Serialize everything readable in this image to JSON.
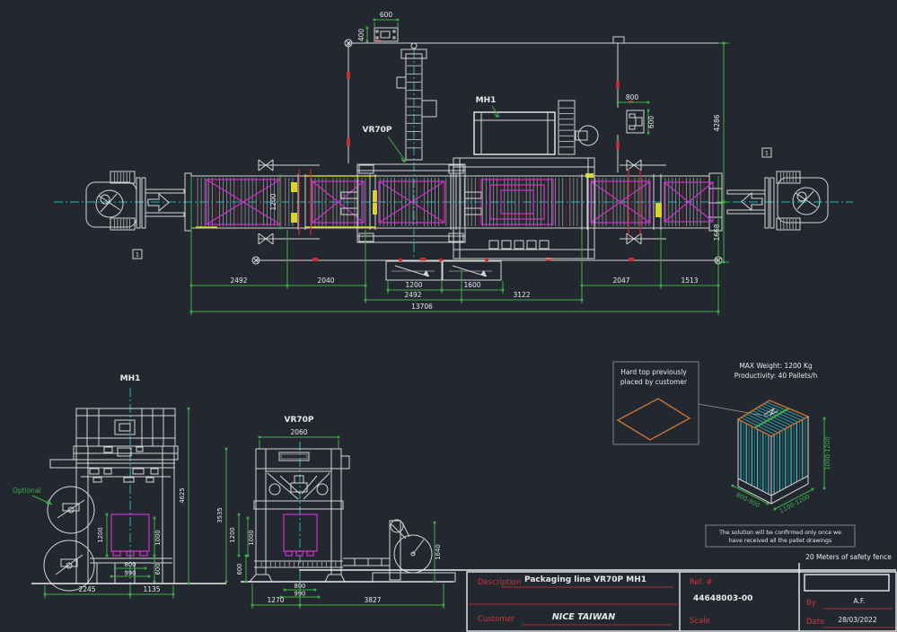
{
  "colors": {
    "background": "#232830",
    "dimension_green": "#3fae49",
    "magenta": "#cc33cc",
    "cyan_centerline": "#2ab5b5",
    "red": "#c23030",
    "white_line": "#d5d5d5",
    "yellow": "#d6d62a",
    "orange_hardtop": "#cd7232",
    "teal_pallet": "#3fb9c0",
    "title_red": "#cd3434"
  },
  "top_view": {
    "label_vr70p": "VR70P",
    "label_mh1": "MH1",
    "balloon_left": "1",
    "balloon_right": "1",
    "dim_panel_width": "600",
    "dim_panel_height": "400",
    "dim_cabinet_width": "800",
    "dim_cabinet_height": "600",
    "dim_infeed_width": "1200",
    "dim_right_upper": "4286",
    "dim_right_lower": "1668",
    "dim_chain_a": [
      "2492",
      "2040",
      "2047",
      "1513"
    ],
    "dim_gate_a": "1200",
    "dim_gate_b": "1600",
    "dim_chain_b": [
      "2492",
      "3122"
    ],
    "dim_total": "13706"
  },
  "mh1_view": {
    "label": "MH1",
    "optional_label": "Optional",
    "dim_pallet_height": "1200",
    "dim_load_height": "1000",
    "dim_pallet_width": "800",
    "dim_roller_width": "990",
    "dim_conveyor_height": "600",
    "dim_overall_height": "4625",
    "dim_bottom_left": "2245",
    "dim_bottom_right": "1135"
  },
  "vr70p_view": {
    "label": "VR70P",
    "dim_width": "2060",
    "dim_height": "3535",
    "dim_pallet_height": "1200",
    "dim_load_height": "1000",
    "dim_conveyor_height": "600",
    "dim_pallet_width": "800",
    "dim_roller_width": "990",
    "dim_unwinder_height": "1640",
    "dim_bottom_left": "1270",
    "dim_bottom_right": "3827"
  },
  "pallet_view": {
    "hard_top_note": [
      "Hard top previously",
      "placed by customer"
    ],
    "max_weight": "MAX Weight: 1200 Kg",
    "productivity": "Productivity: 40 Pallets/h",
    "dim_height": "1000-1200",
    "dim_depth": "800-900",
    "dim_width": "1100-1200"
  },
  "notes": {
    "confirmation": [
      "The solution will be confirmed only once we",
      "have received all the pallet drawings"
    ],
    "safety_fence": "20 Meters of safety fence"
  },
  "title_block": {
    "description_label": "Description",
    "description_value": "Packaging line VR70P MH1",
    "customer_label": "Customer",
    "customer_value": "NICE TAIWAN",
    "ref_label": "Ref. #",
    "ref_value": "44648003-00",
    "scale_label": "Scale",
    "by_label": "By",
    "by_value": "A.F.",
    "date_label": "Date",
    "date_value": "28/03/2022"
  }
}
